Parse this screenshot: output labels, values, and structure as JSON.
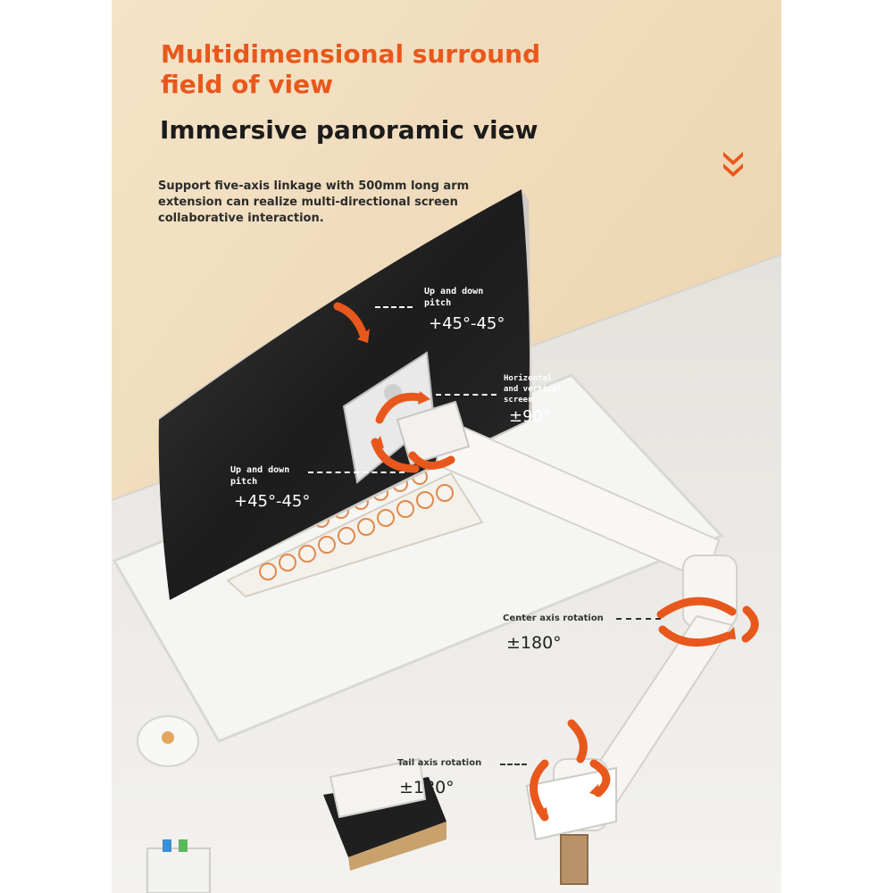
{
  "headline": "Multidimensional surround field of view",
  "subheadline": "Immersive panoramic view",
  "description": "Support five-axis linkage with 500mm long arm extension can realize multi-directional screen collaborative interaction.",
  "callouts": {
    "top_pitch": {
      "label": "Up and down pitch",
      "value": "+45°-45°"
    },
    "screen_rotation": {
      "label": "Horizontal and vertical screen",
      "value": "±90°"
    },
    "left_pitch": {
      "label": "Up and down pitch",
      "value": "+45°-45°"
    },
    "center_axis": {
      "label": "Center axis rotation",
      "value": "±180°"
    },
    "tail_axis": {
      "label": "Tail axis rotation",
      "value": "±180°"
    }
  },
  "colors": {
    "accent": "#e8581c",
    "wall": "#efd9b8",
    "desk": "#ecebe7",
    "monitor": "#1f1f1f",
    "arm": "#f6f5f2"
  },
  "icons": [
    "chevron-down-icon",
    "rotation-arrow-icon"
  ]
}
